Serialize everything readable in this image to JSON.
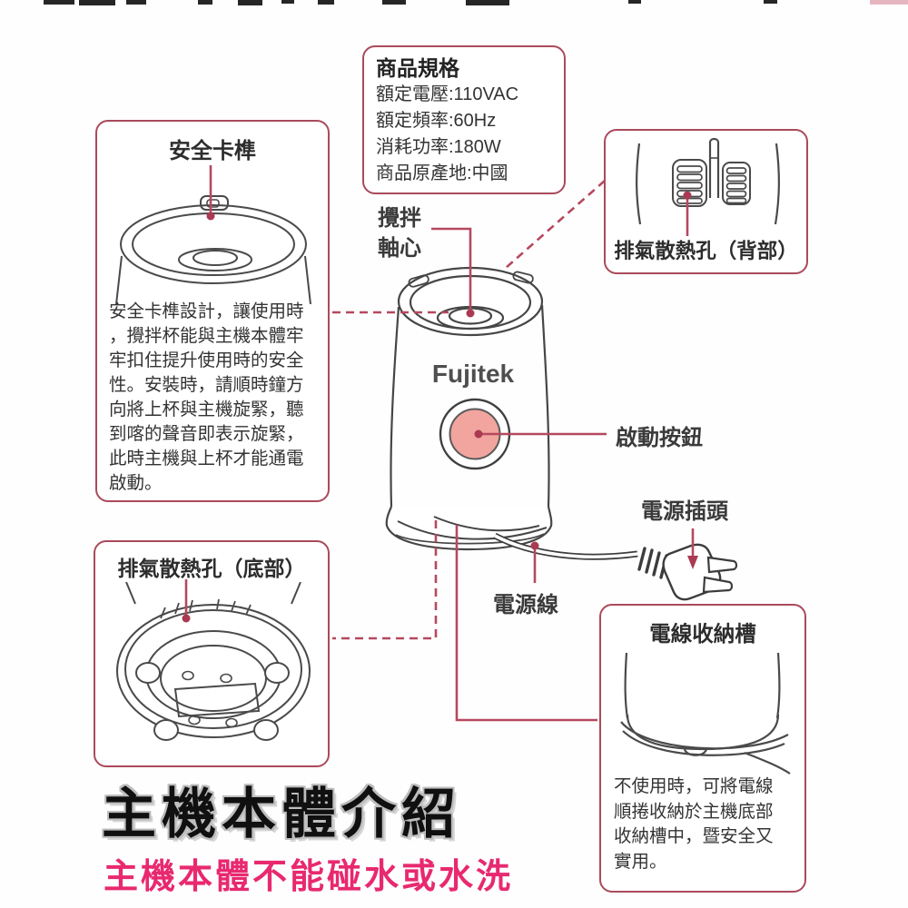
{
  "spec_box": {
    "title": "商品規格",
    "lines": [
      "額定電壓:110VAC",
      "額定頻率:60Hz",
      "消耗功率:180W",
      "商品原產地:中國"
    ]
  },
  "safety_box": {
    "title": "安全卡榫",
    "lines": [
      "安全卡榫設計，讓使用時",
      "，攪拌杯能與主機本體牢",
      "牢扣住提升使用時的安全",
      "性。安裝時，請順時鐘方",
      "向將上杯與主機旋緊，聽",
      "到喀的聲音即表示旋緊，",
      "此時主機與上杯才能通電",
      "啟動。"
    ]
  },
  "back_vent_box": {
    "label": "排氣散熱孔（背部）"
  },
  "labels": {
    "shaft_line1": "攪拌",
    "shaft_line2": "軸心",
    "start_button": "啟動按鈕",
    "power_plug": "電源插頭",
    "power_cord": "電源線"
  },
  "bottom_vent_box": {
    "label": "排氣散熱孔（底部）"
  },
  "cord_box": {
    "title": "電線收納槽",
    "lines": [
      "不使用時，可將電線",
      "順捲收納於主機底部",
      "收納槽中，暨安全又",
      "實用。"
    ]
  },
  "unit": {
    "brand": "Fujitek"
  },
  "footer": {
    "title": "主機本體介紹",
    "subtitle": "主機本體不能碰水或水洗"
  },
  "colors": {
    "accent_border": "#aa4a5c",
    "pointer_line": "#b5495f",
    "button_pink": "#f2a49e",
    "subtitle_pink": "#e8296f"
  }
}
